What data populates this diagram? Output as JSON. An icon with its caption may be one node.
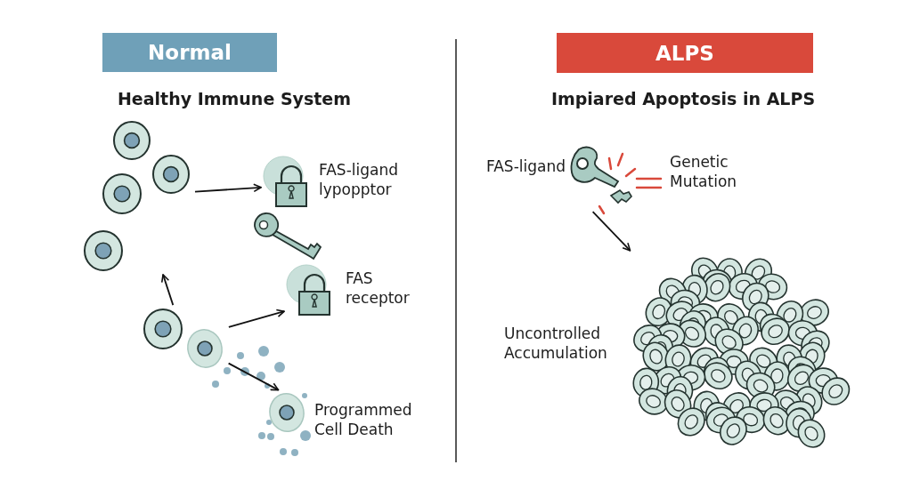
{
  "diagram": {
    "nodes": [
      {
        "text": [
          "Normal"
        ]
      },
      {
        "text": [
          "ALPS"
        ]
      },
      {
        "text": [],
        "shape": "picture"
      },
      {
        "text": [
          "FAS-ligand lypopptor"
        ]
      },
      {
        "text": [],
        "shape": "picture"
      },
      {
        "text": [
          "FAS receptor"
        ]
      },
      {
        "text": [],
        "shape": "picture"
      },
      {
        "text": [
          "Programmed Cell Death"
        ]
      },
      {
        "text": [
          "FAS-ligand"
        ]
      },
      {
        "text": [],
        "shape": "picture",
        "beside": [
          "Uncontrolled Accumulation"
        ]
      }
    ],
    "edges": [
      {
        "from": 2,
        "to": 3,
        "arrow": "to"
      },
      {
        "from": 6,
        "to": 2,
        "arrow": "to"
      },
      {
        "from": 6,
        "to": 5,
        "arrow": "to"
      },
      {
        "from": 6,
        "to": 7,
        "arrow": "to"
      },
      {
        "from": 8,
        "to": 9,
        "arrow": "to"
      }
    ],
    "labels": [
      "Healthy Immune System",
      "Impiared Apoptosis in ALPS",
      "Genetic Mutation"
    ]
  }
}
